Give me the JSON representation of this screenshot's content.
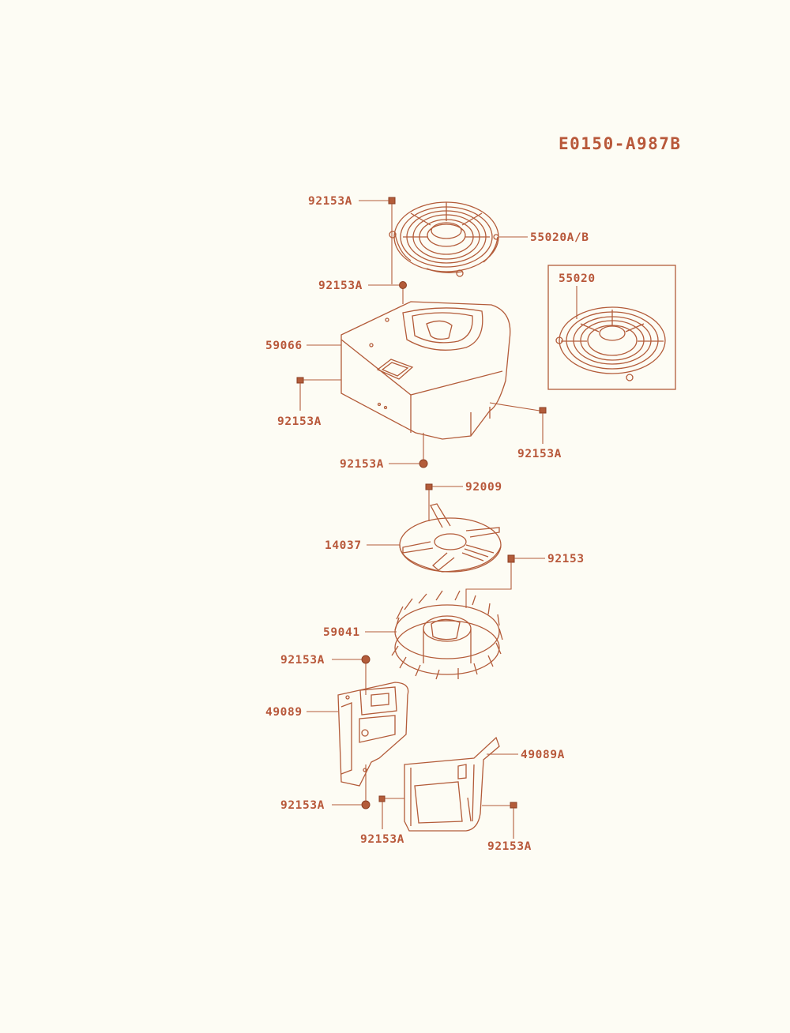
{
  "diagram_code": "E0150-A987B",
  "colors": {
    "ink": "#b35c3a",
    "paper": "#fdfcf4"
  },
  "parts": {
    "screw_top": "92153A",
    "fan_screen": "55020A/B",
    "screw_upper_housing": "92153A",
    "inset_screen": "55020",
    "housing": "59066",
    "screw_housing_left": "92153A",
    "screw_housing_right": "92153A",
    "screw_housing_bottom": "92153A",
    "fan_bolt": "92009",
    "fan": "14037",
    "flywheel_bolt": "92153",
    "flywheel": "59041",
    "screw_left_plate_top": "92153A",
    "left_plate": "49089",
    "screw_left_plate_bottom": "92153A",
    "right_plate": "49089A",
    "screw_right_plate_left": "92153A",
    "screw_right_plate_right": "92153A"
  }
}
